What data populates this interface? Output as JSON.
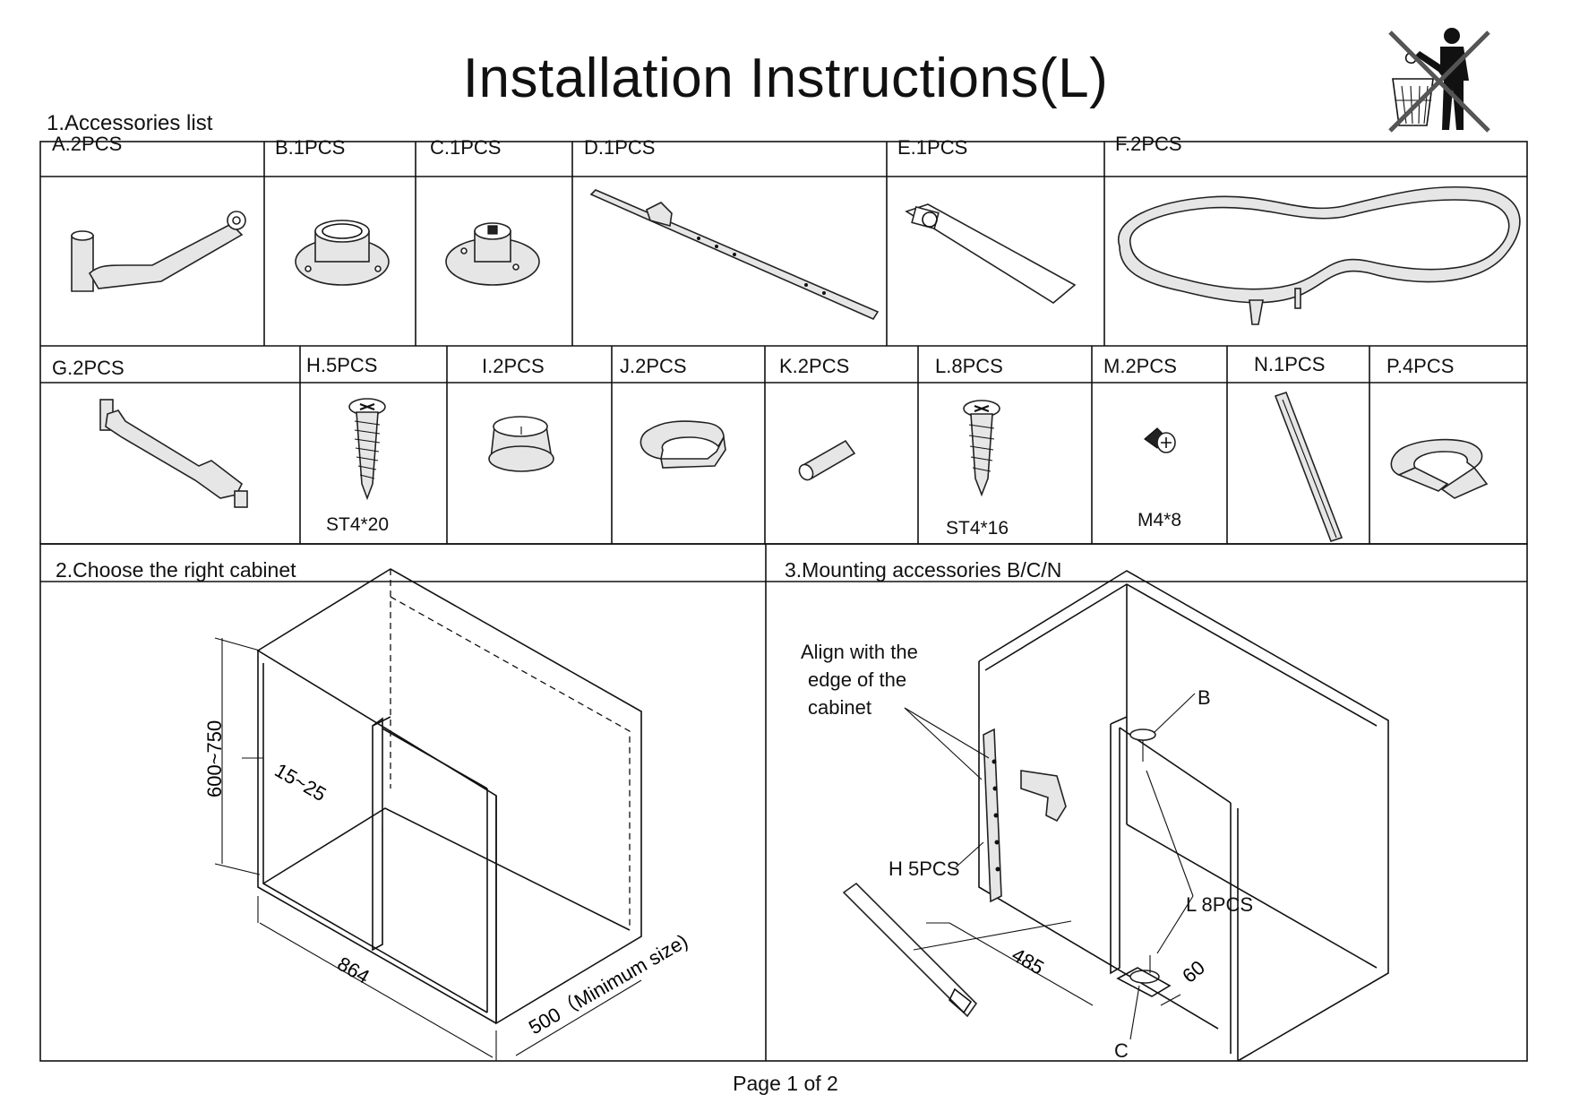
{
  "title": "Installation Instructions(L)",
  "footer": "Page 1 of 2",
  "sections": {
    "accessories": "1.Accessories list",
    "choose": "2.Choose the right cabinet",
    "mounting": "3.Mounting accessories B/C/N"
  },
  "parts_row1": [
    "A.2PCS",
    "B.1PCS",
    "C.1PCS",
    "D.1PCS",
    "E.1PCS",
    "F.2PCS"
  ],
  "parts_row2": [
    "G.2PCS",
    "H.5PCS",
    "I.2PCS",
    "J.2PCS",
    "K.2PCS",
    "L.8PCS",
    "M.2PCS",
    "N.1PCS",
    "P.4PCS"
  ],
  "captions": {
    "h": "ST4*20",
    "l": "ST4*16",
    "m": "M4*8"
  },
  "cabinet_dims": {
    "height": "600~750",
    "gap": "15~25",
    "width": "864",
    "depth": "500（Minimum size)"
  },
  "mounting": {
    "align_note": [
      "Align with the",
      "edge of the",
      "cabinet"
    ],
    "b": "B",
    "c": "C",
    "h": "H 5PCS",
    "l": "L 8PCS",
    "dim_485": "485",
    "dim_60": "60"
  },
  "icons": [
    "no-littering-icon"
  ]
}
